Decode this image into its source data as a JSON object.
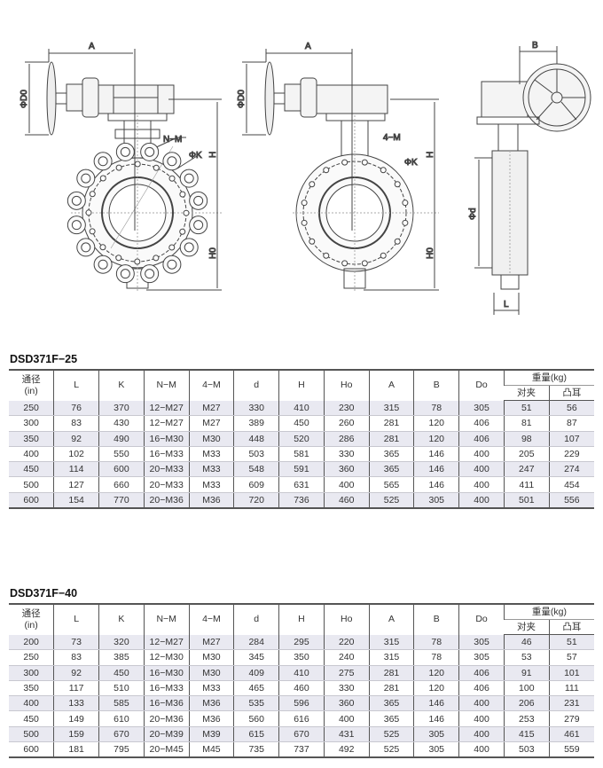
{
  "drawing": {
    "A": "A",
    "B": "B",
    "D0": "ΦD0",
    "NM": "N−M",
    "FM": "4−M",
    "K": "ΦK",
    "H": "H",
    "H0": "H0",
    "d": "Φd",
    "L": "L"
  },
  "headers": {
    "dn": "通径",
    "dn_unit": "(in)",
    "cols": [
      "L",
      "K",
      "N−M",
      "4−M",
      "d",
      "H",
      "Ho",
      "A",
      "B",
      "Do"
    ],
    "weight": "重量(kg)",
    "w1": "对夹",
    "w2": "凸耳"
  },
  "tables": [
    {
      "title": "DSD371F−25",
      "rows": [
        [
          "250",
          "76",
          "370",
          "12−M27",
          "M27",
          "330",
          "410",
          "230",
          "315",
          "78",
          "305",
          "51",
          "56"
        ],
        [
          "300",
          "83",
          "430",
          "12−M27",
          "M27",
          "389",
          "450",
          "260",
          "281",
          "120",
          "406",
          "81",
          "87"
        ],
        [
          "350",
          "92",
          "490",
          "16−M30",
          "M30",
          "448",
          "520",
          "286",
          "281",
          "120",
          "406",
          "98",
          "107"
        ],
        [
          "400",
          "102",
          "550",
          "16−M33",
          "M33",
          "503",
          "581",
          "330",
          "365",
          "146",
          "400",
          "205",
          "229"
        ],
        [
          "450",
          "114",
          "600",
          "20−M33",
          "M33",
          "548",
          "591",
          "360",
          "365",
          "146",
          "400",
          "247",
          "274"
        ],
        [
          "500",
          "127",
          "660",
          "20−M33",
          "M33",
          "609",
          "631",
          "400",
          "565",
          "146",
          "400",
          "411",
          "454"
        ],
        [
          "600",
          "154",
          "770",
          "20−M36",
          "M36",
          "720",
          "736",
          "460",
          "525",
          "305",
          "400",
          "501",
          "556"
        ]
      ]
    },
    {
      "title": "DSD371F−40",
      "rows": [
        [
          "200",
          "73",
          "320",
          "12−M27",
          "M27",
          "284",
          "295",
          "220",
          "315",
          "78",
          "305",
          "46",
          "51"
        ],
        [
          "250",
          "83",
          "385",
          "12−M30",
          "M30",
          "345",
          "350",
          "240",
          "315",
          "78",
          "305",
          "53",
          "57"
        ],
        [
          "300",
          "92",
          "450",
          "16−M30",
          "M30",
          "409",
          "410",
          "275",
          "281",
          "120",
          "406",
          "91",
          "101"
        ],
        [
          "350",
          "117",
          "510",
          "16−M33",
          "M33",
          "465",
          "460",
          "330",
          "281",
          "120",
          "406",
          "100",
          "111"
        ],
        [
          "400",
          "133",
          "585",
          "16−M36",
          "M36",
          "535",
          "596",
          "360",
          "365",
          "146",
          "400",
          "206",
          "231"
        ],
        [
          "450",
          "149",
          "610",
          "20−M36",
          "M36",
          "560",
          "616",
          "400",
          "365",
          "146",
          "400",
          "253",
          "279"
        ],
        [
          "500",
          "159",
          "670",
          "20−M39",
          "M39",
          "615",
          "670",
          "431",
          "525",
          "305",
          "400",
          "415",
          "461"
        ],
        [
          "600",
          "181",
          "795",
          "20−M45",
          "M45",
          "735",
          "737",
          "492",
          "525",
          "305",
          "400",
          "503",
          "559"
        ]
      ]
    }
  ]
}
